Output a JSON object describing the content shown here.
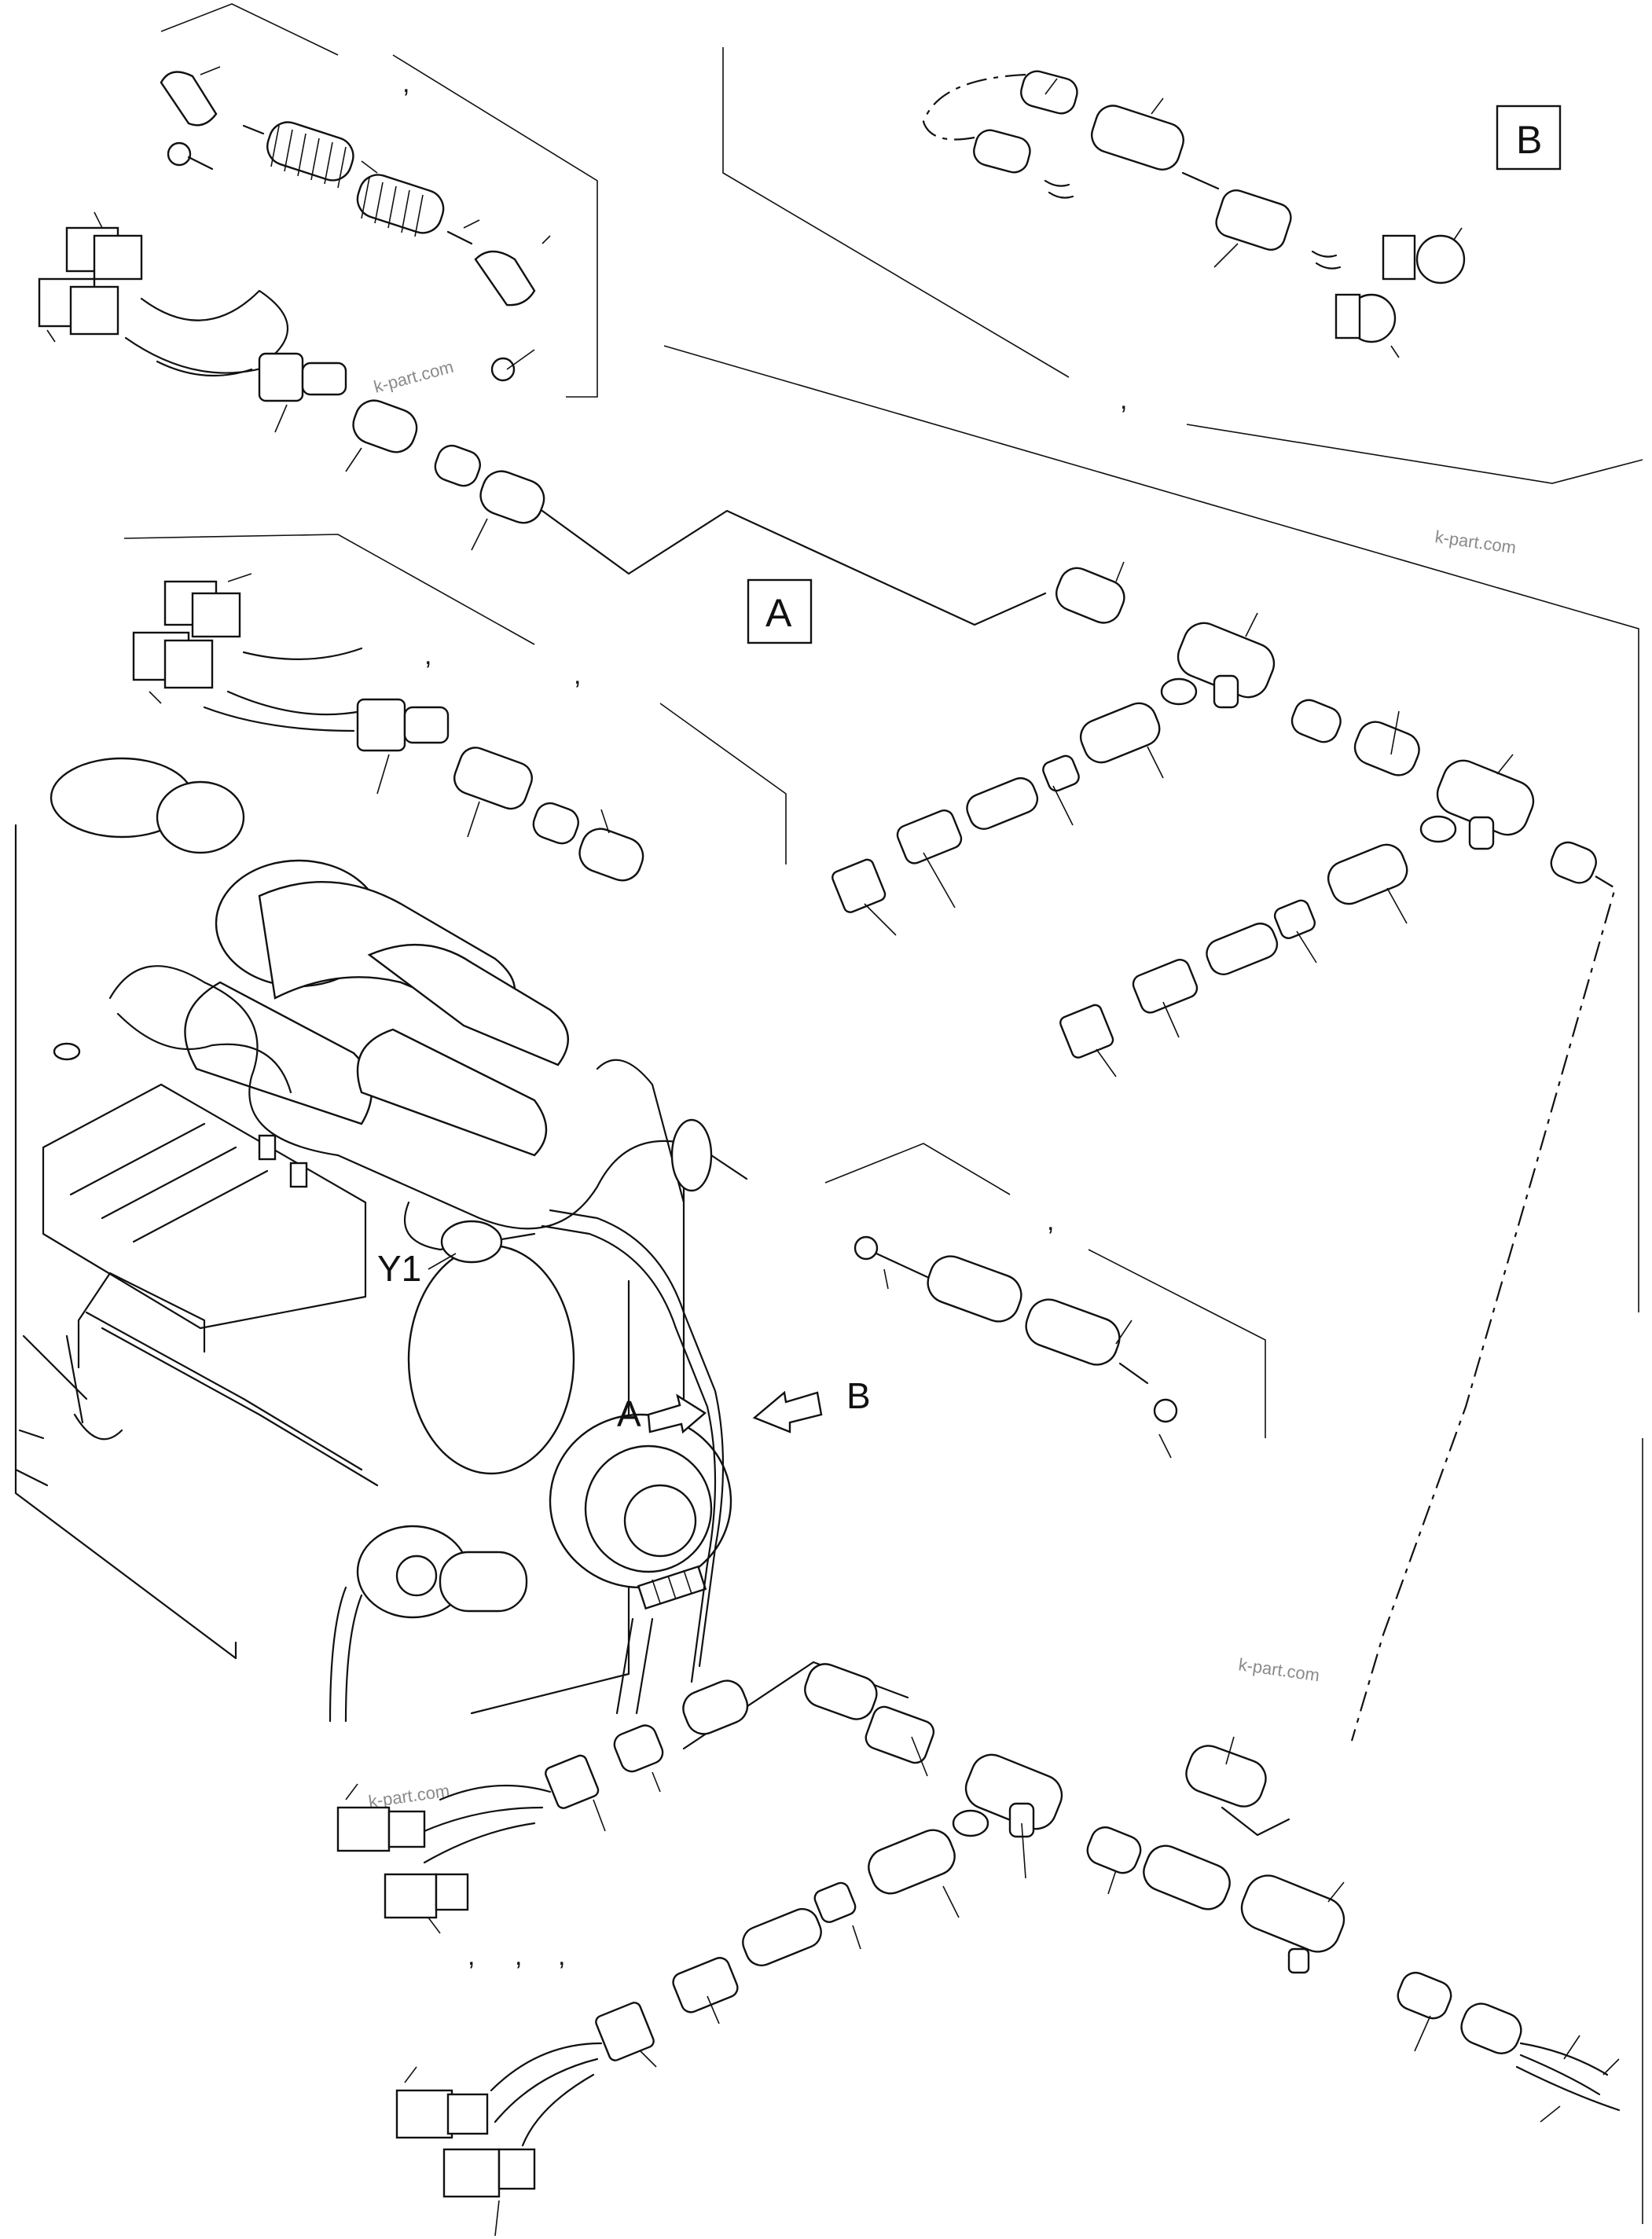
{
  "detail_boxes": [
    {
      "id": "box-A",
      "label": "A"
    },
    {
      "id": "box-B",
      "label": "B"
    }
  ],
  "engine_callouts": {
    "sensor": "Y1",
    "view_a": "A",
    "view_b": "B"
  },
  "watermarks": [
    "k-part.com",
    "k-part.com",
    "k-part.com",
    "k-part.com"
  ],
  "punctuation_mark": ","
}
